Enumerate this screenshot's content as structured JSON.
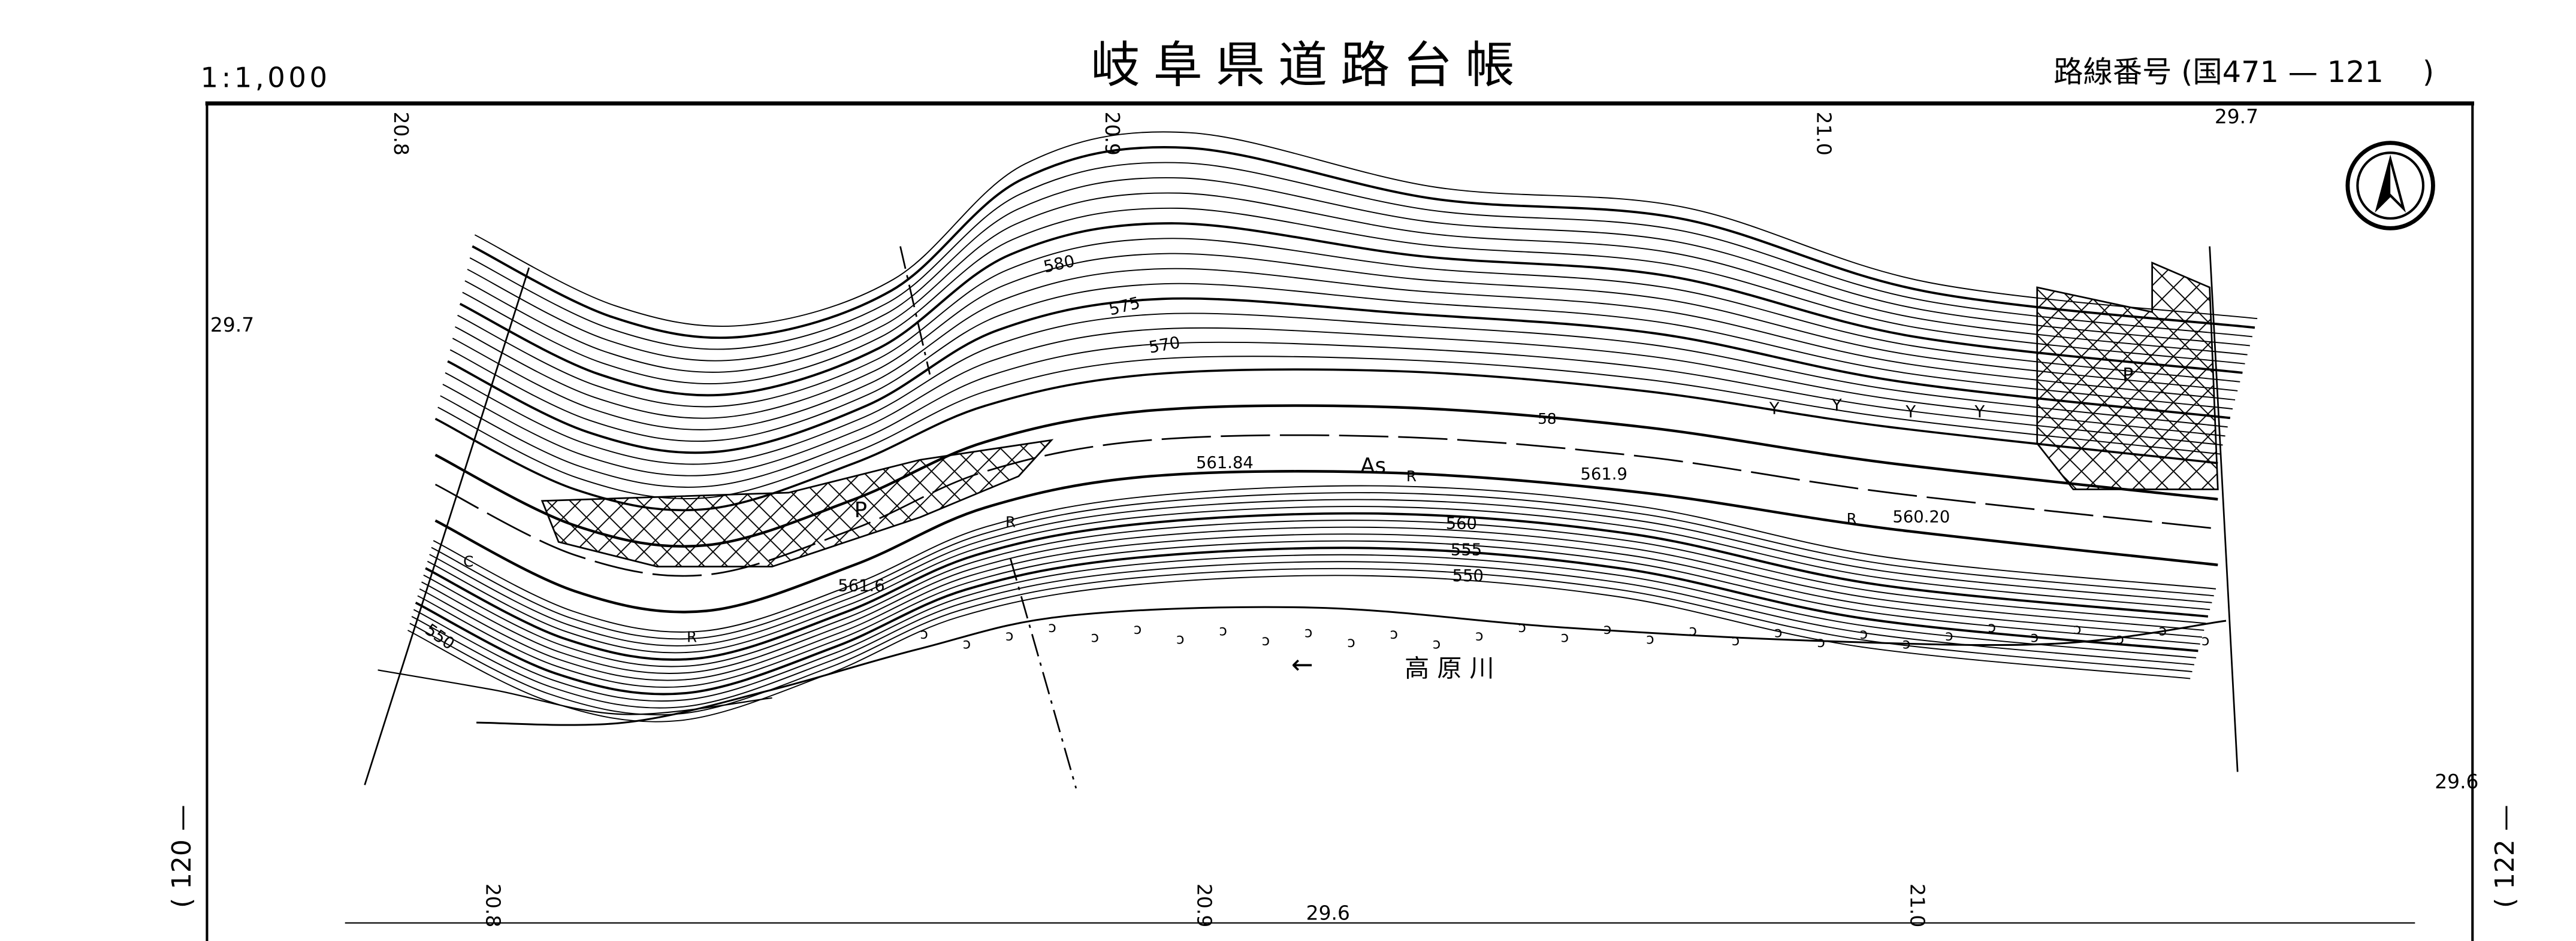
{
  "header": {
    "scale": "1:1,000",
    "title": "岐阜県道路台帳",
    "route_number": "路線番号 (国471 — 121 　)"
  },
  "km_markers_top": [
    "20.8",
    "20.9",
    "21.0"
  ],
  "km_markers_bottom": [
    "20.8",
    "20.9",
    "21.0"
  ],
  "grid_labels": {
    "top_right": "29.7",
    "left": "29.7",
    "right": "29.6",
    "bottom": "29.6"
  },
  "adjacent_sheets": {
    "previous": "( 120 —",
    "next": "( 122 —"
  },
  "elevations": {
    "contour_580": "580",
    "contour_575": "575",
    "contour_570": "570",
    "road_point_1": "561.84",
    "road_point_2": "561.9",
    "road_point_3": "561.6",
    "road_point_4": "560.20",
    "contour_560": "560",
    "contour_555": "555",
    "contour_550": "550",
    "contour_550_left": "550"
  },
  "symbols": {
    "pavement": "As",
    "retaining": "R",
    "parking": "P",
    "culvert": "C",
    "orchard": "Y",
    "post_number": "58"
  },
  "river": {
    "name": "高 原 川",
    "flow_arrow": "←"
  },
  "north_arrow": "north-arrow-icon"
}
